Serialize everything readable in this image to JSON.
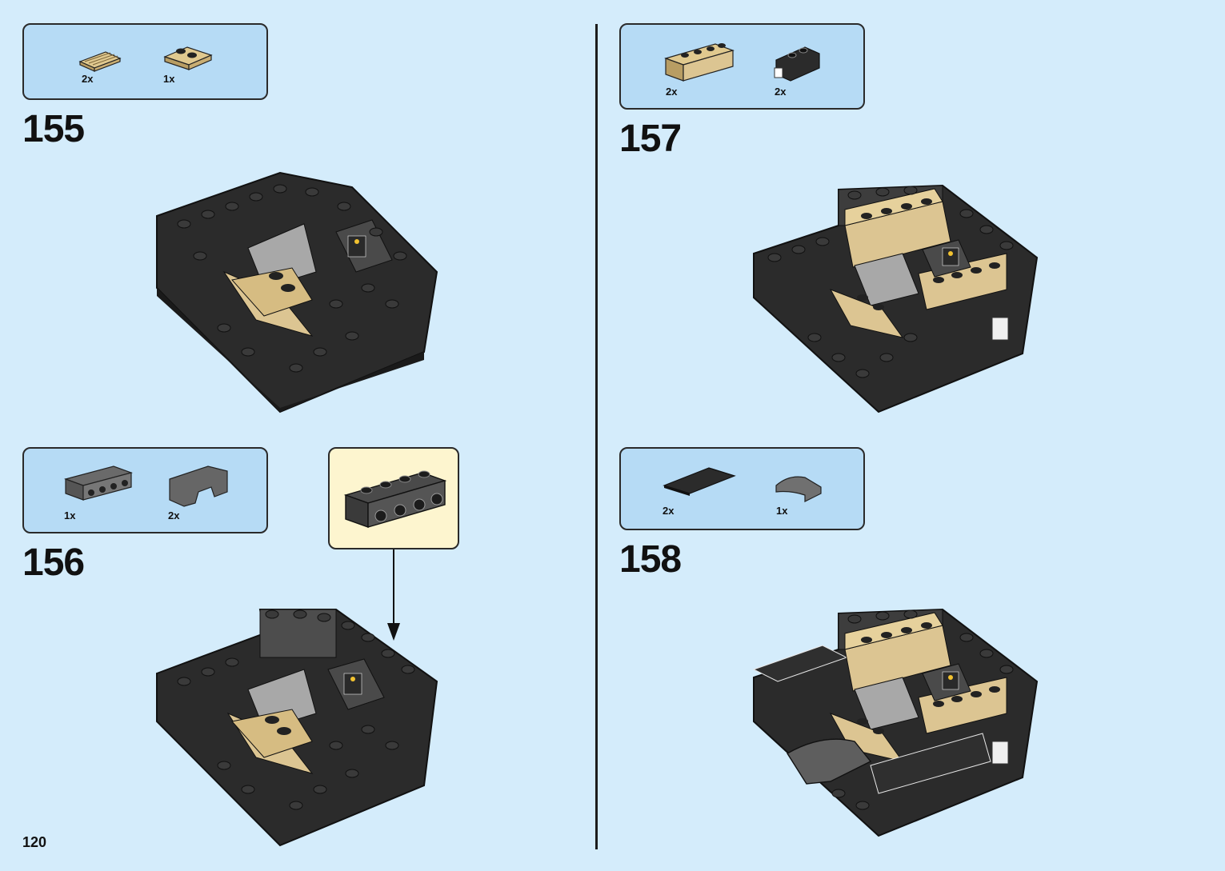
{
  "page_number": "120",
  "steps": [
    {
      "number": "155",
      "parts": [
        {
          "qty": "2x",
          "icon": "tan-grille-tile-icon"
        },
        {
          "qty": "1x",
          "icon": "tan-2x2-plate-icon"
        }
      ]
    },
    {
      "number": "156",
      "parts": [
        {
          "qty": "1x",
          "icon": "dark-grey-1x4-brick-studs-side-icon"
        },
        {
          "qty": "2x",
          "icon": "dark-grey-arch-brick-icon"
        }
      ]
    },
    {
      "number": "157",
      "parts": [
        {
          "qty": "2x",
          "icon": "tan-1x4-brick-icon"
        },
        {
          "qty": "2x",
          "icon": "black-clip-plate-icon"
        }
      ]
    },
    {
      "number": "158",
      "parts": [
        {
          "qty": "2x",
          "icon": "black-2x4-tile-icon"
        },
        {
          "qty": "1x",
          "icon": "dark-grey-curved-slope-icon"
        }
      ]
    }
  ],
  "colors": {
    "background": "#d4ecfb",
    "callout": "#b6dbf5",
    "subassembly": "#fdf5cf",
    "black_brick": "#2b2b2b",
    "tan": "#dcc592",
    "grey": "#a8a8a8"
  }
}
